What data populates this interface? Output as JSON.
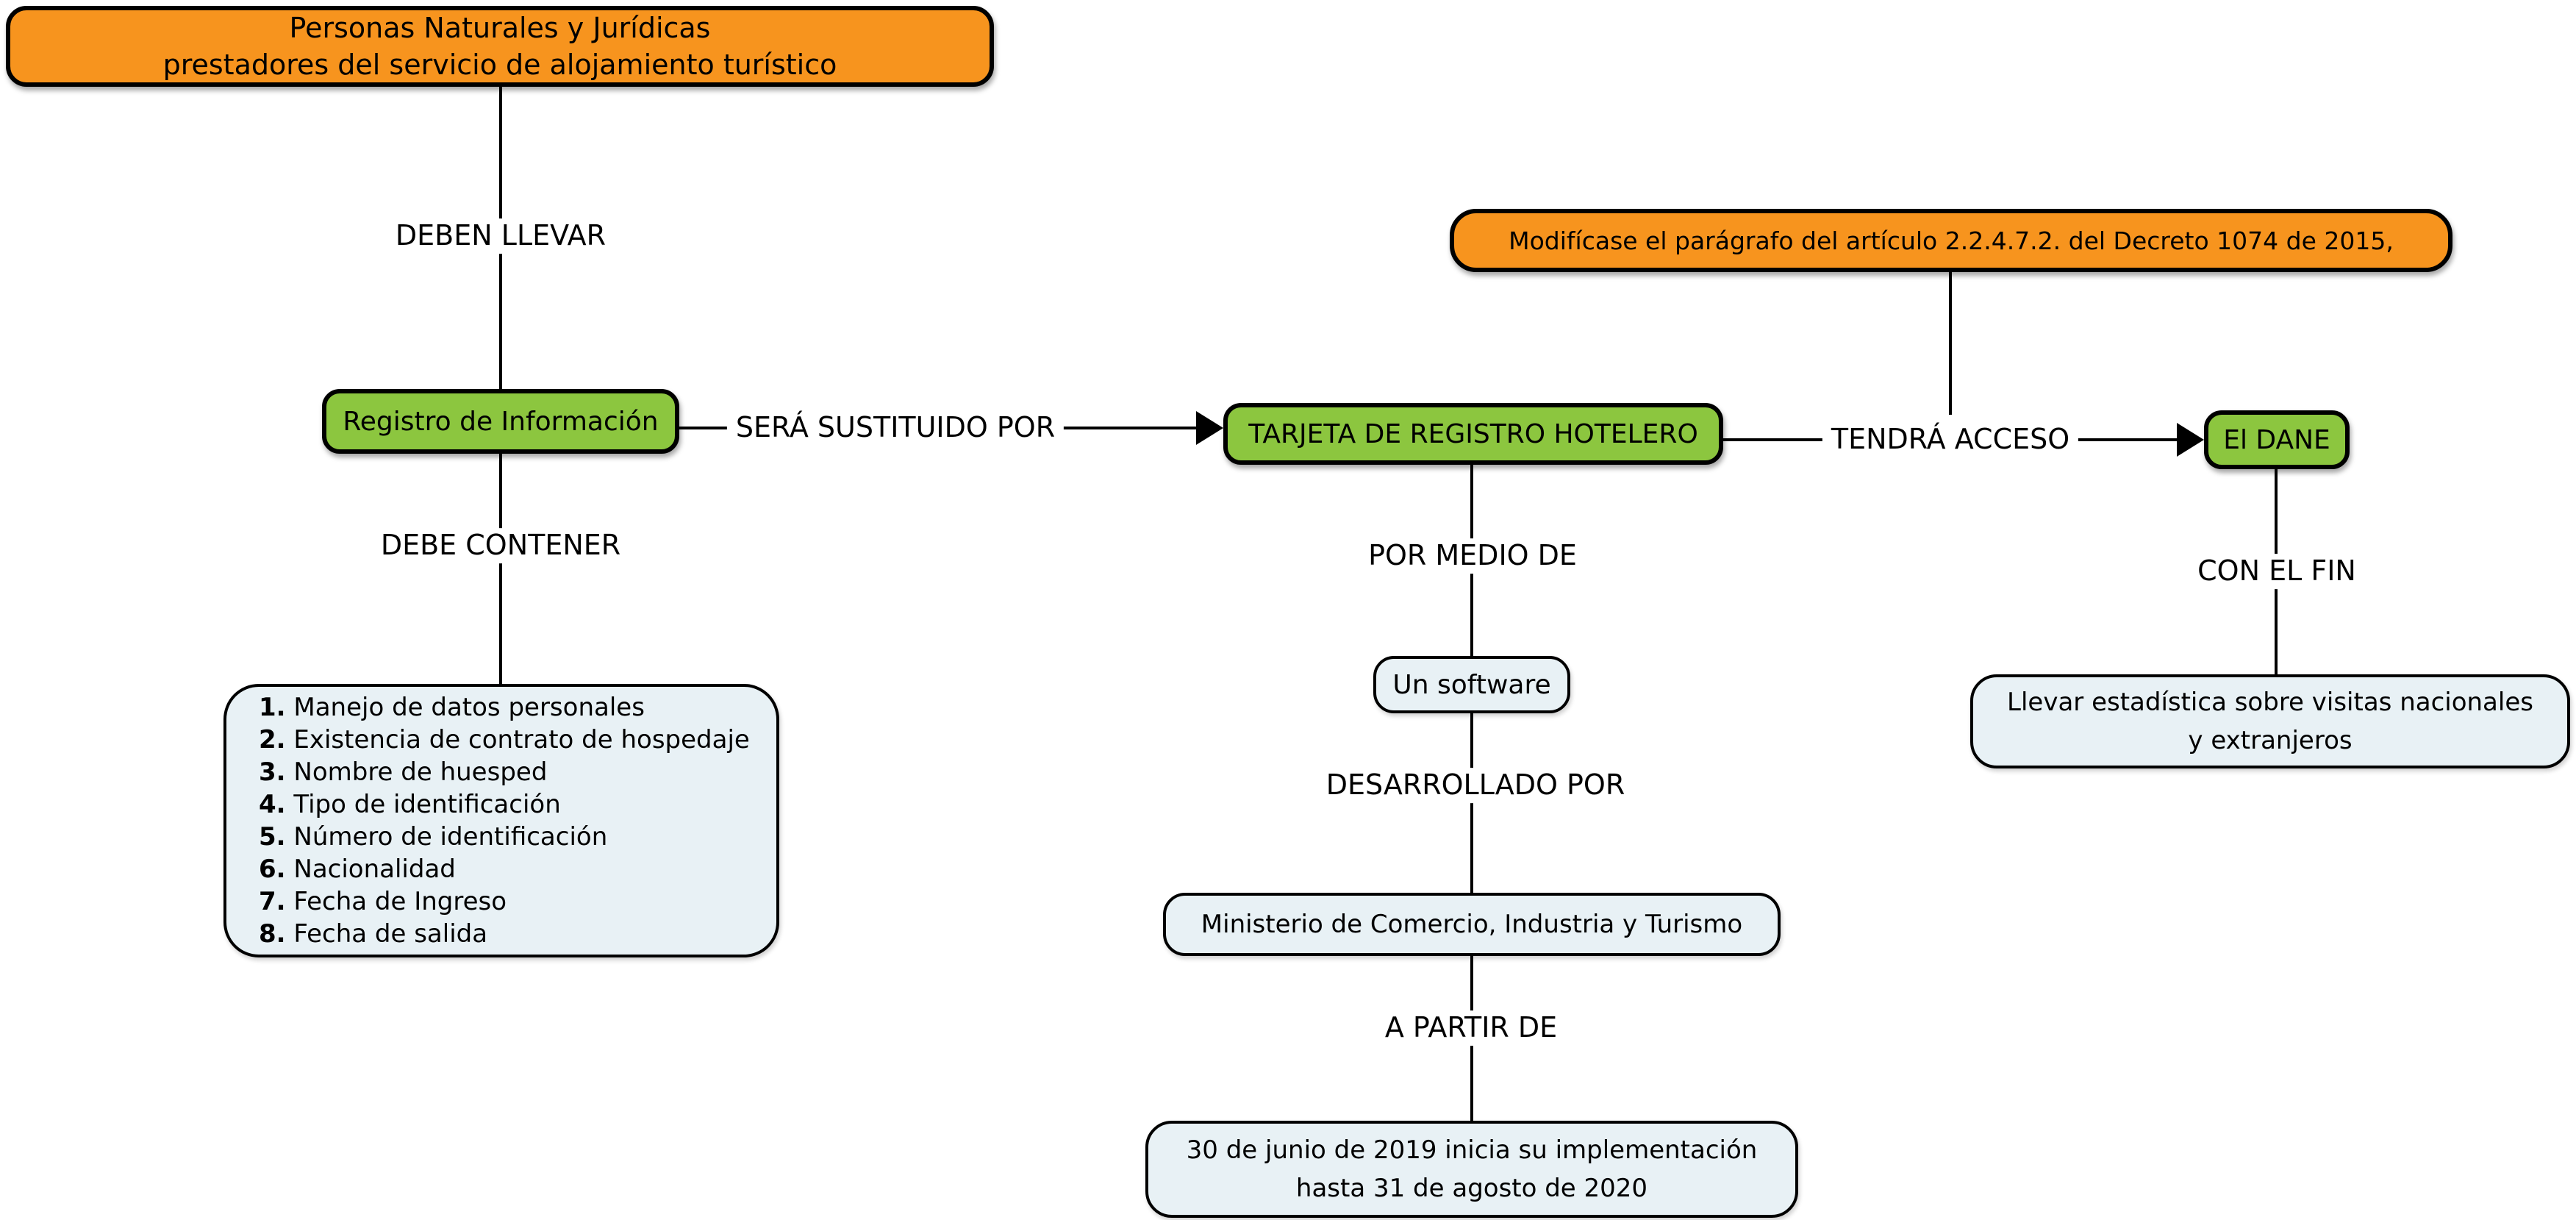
{
  "diagram": {
    "colors": {
      "orange_node": "#F7941E",
      "green_node": "#8CC63F",
      "light_node": "#E8F1F5",
      "line": "#000000",
      "text": "#000000",
      "background": "#FFFFFF"
    },
    "nodes": {
      "personas": {
        "lines": [
          "Personas Naturales y Jurídicas",
          "prestadores del servicio de alojamiento turístico"
        ]
      },
      "registro": {
        "label": "Registro de Información"
      },
      "lista": {
        "items": [
          {
            "num": "1.",
            "text": " Manejo de datos personales"
          },
          {
            "num": "2.",
            "text": " Existencia de contrato de hospedaje"
          },
          {
            "num": "3.",
            "text": " Nombre de huesped"
          },
          {
            "num": "4.",
            "text": " Tipo de identificación"
          },
          {
            "num": "5.",
            "text": " Número de identificación"
          },
          {
            "num": "6.",
            "text": " Nacionalidad"
          },
          {
            "num": "7.",
            "text": " Fecha de Ingreso"
          },
          {
            "num": "8.",
            "text": " Fecha de salida"
          }
        ]
      },
      "tarjeta": {
        "label": "TARJETA DE REGISTRO HOTELERO"
      },
      "modificase": {
        "label": "Modifícase el parágrafo del artículo 2.2.4.7.2. del Decreto 1074 de 2015,"
      },
      "dane": {
        "label": "El DANE"
      },
      "software": {
        "label": "Un software"
      },
      "ministerio": {
        "label": "Ministerio de Comercio, Industria y Turismo"
      },
      "fechas": {
        "lines": [
          "30 de junio de 2019 inicia su implementación",
          "hasta 31 de agosto de 2020"
        ]
      },
      "estadistica": {
        "lines": [
          "Llevar estadística sobre visitas nacionales",
          "y extranjeros"
        ]
      }
    },
    "links": {
      "deben_llevar": "DEBEN LLEVAR",
      "debe_contener": "DEBE CONTENER",
      "sera_sustituido": "SERÁ SUSTITUIDO POR",
      "tendra_acceso": "TENDRÁ ACCESO",
      "por_medio": "POR MEDIO DE",
      "desarrollado": "DESARROLLADO POR",
      "a_partir": "A PARTIR DE",
      "con_el_fin": "CON EL FIN"
    }
  }
}
